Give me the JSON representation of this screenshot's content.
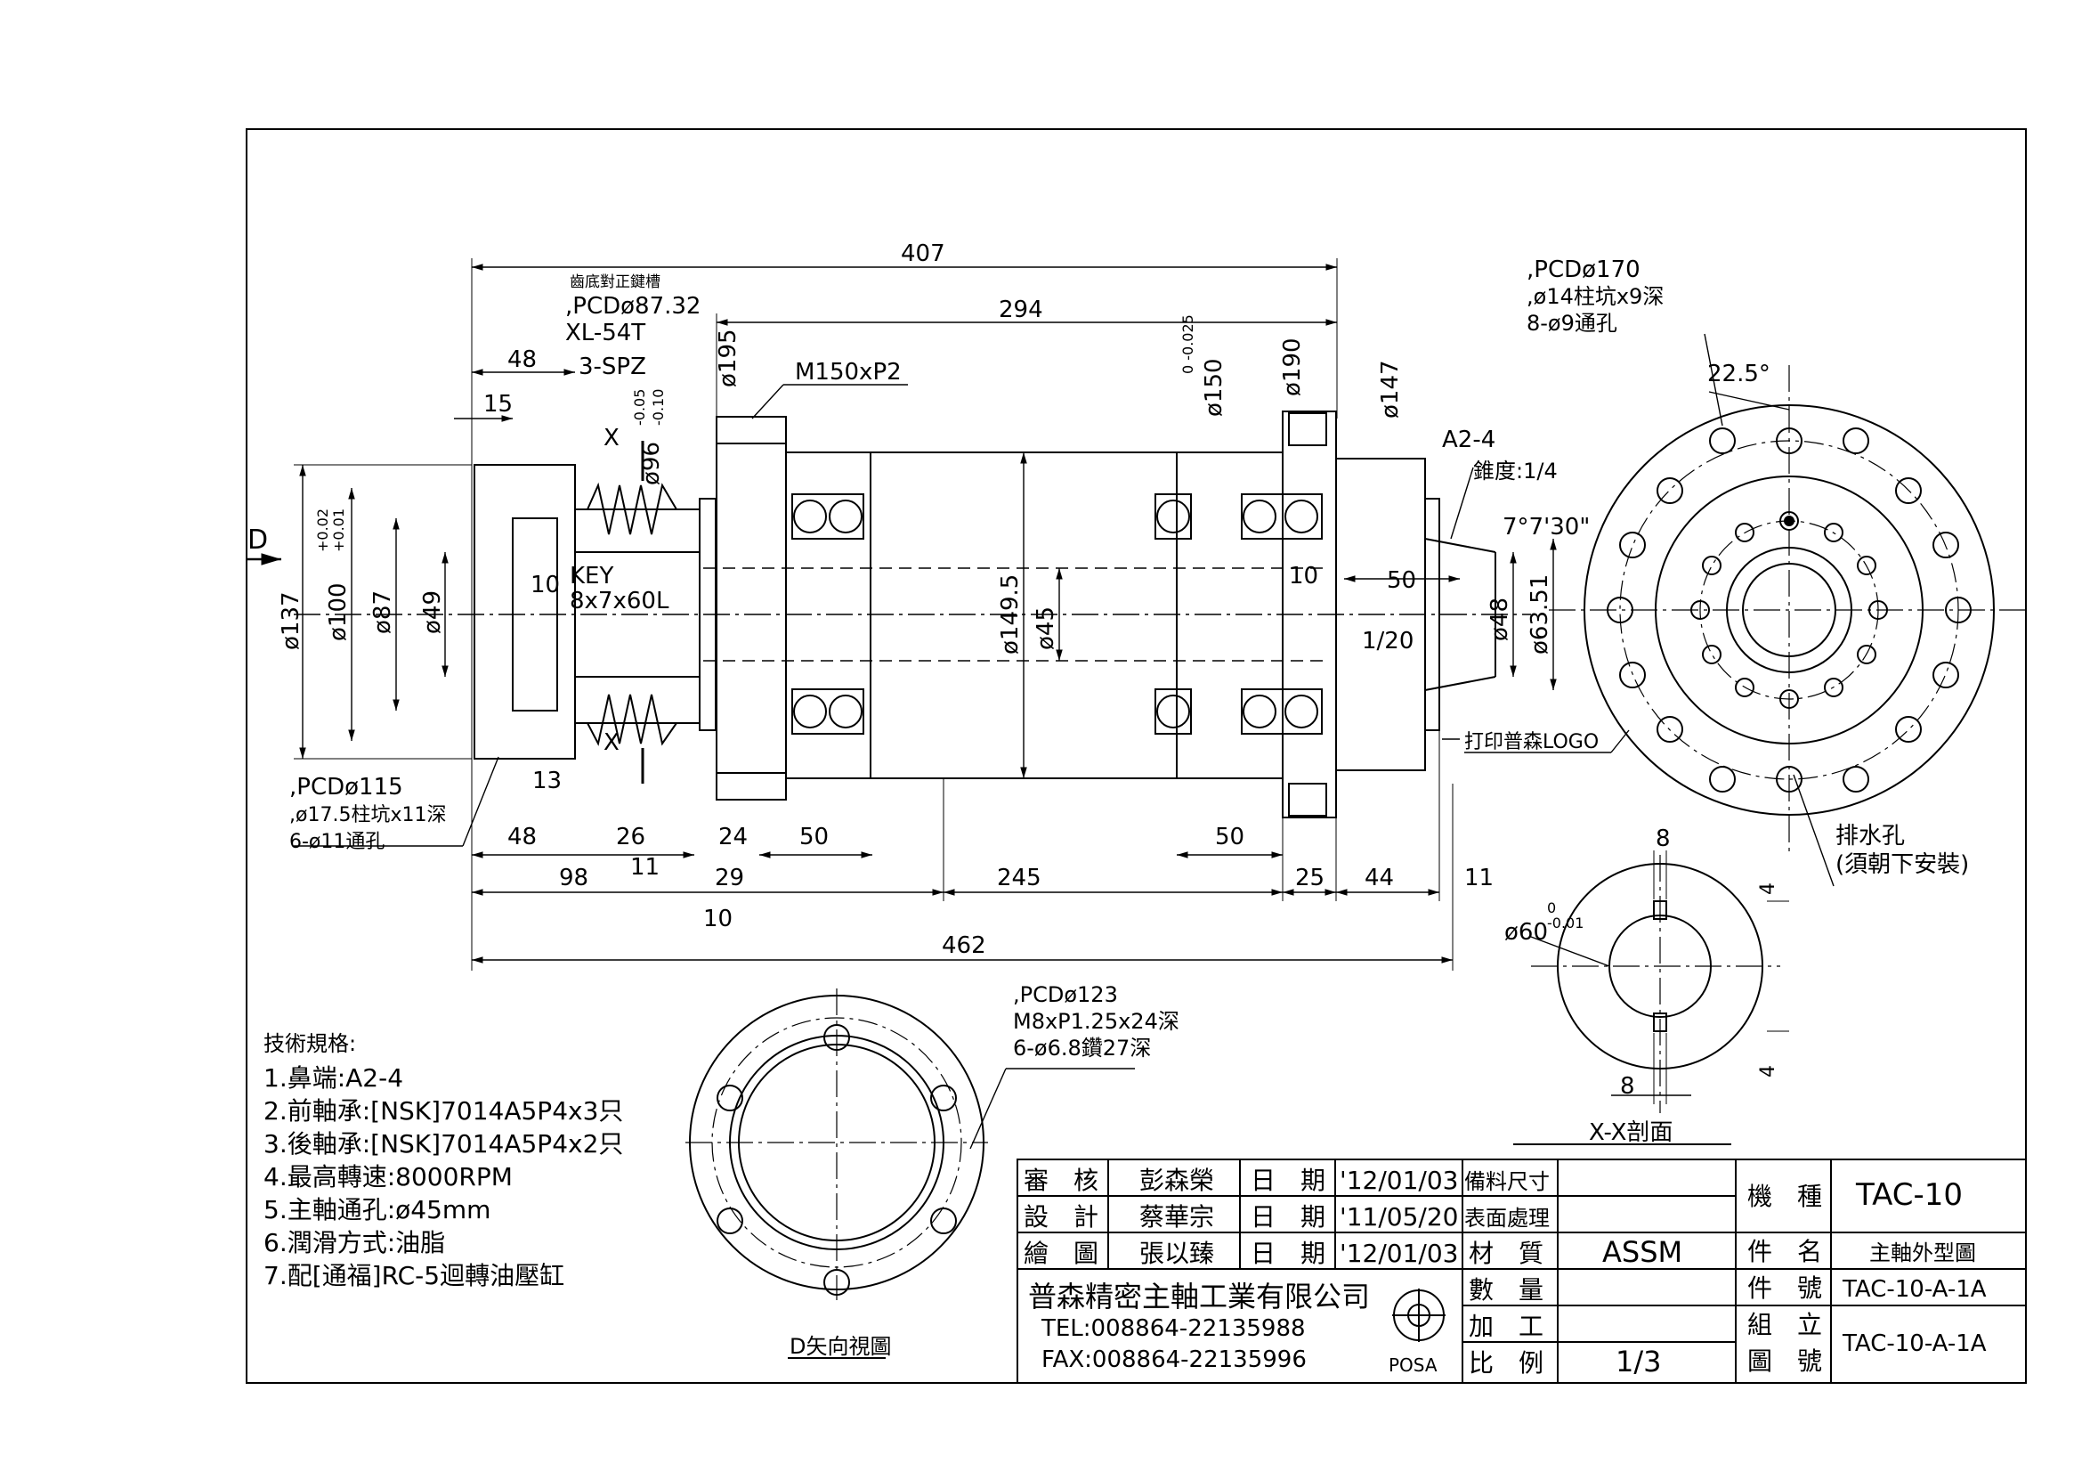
{
  "side_view": {
    "dims": {
      "d407": "407",
      "d294": "294",
      "d48_top": "48",
      "d15": "15",
      "d48_bot": "48",
      "d26": "26",
      "d13": "13",
      "d11a": "11",
      "d98": "98",
      "d29": "29",
      "d24": "24",
      "d50a": "50",
      "d245": "245",
      "d50b": "50",
      "d25": "25",
      "d44": "44",
      "d11b": "11",
      "d10_low": "10",
      "d462": "462",
      "d10_left": "10",
      "d10_right": "10",
      "d50_right": "50",
      "slope": "1/20",
      "angle": "7°7'30\"",
      "phi195": "ø195",
      "phi190": "ø190",
      "phi150": "ø150",
      "tol150": "0\n-0.025",
      "phi147": "ø147",
      "phi137": "ø137",
      "phi100": "ø100",
      "tol100a": "+0.02",
      "tol100b": "+0.01",
      "phi87": "ø87",
      "phi49": "ø49",
      "phi149": "ø149.5",
      "phi45": "ø45",
      "phi48": "ø48",
      "phi63": "ø63.51",
      "phi96": "ø96",
      "tol96a": "-0.05",
      "tol96b": "-0.10"
    },
    "notes": {
      "pulley_1": "齒底對正鍵槽",
      "pulley_2": ",PCDø87.32",
      "pulley_3": "XL-54T",
      "pulley_4": "3-SPZ",
      "thread": "M150xP2",
      "key_1": "KEY",
      "key_2": "8x7x60L",
      "nose_1": "A2-4",
      "nose_2": "錐度:1/4",
      "logo": "打印普森LOGO",
      "bolt_1": ",PCDø115",
      "bolt_2": ",ø17.5柱坑x11深",
      "bolt_3": "6-ø11通孔",
      "section_x": "X",
      "view_d": "D"
    }
  },
  "front_view": {
    "notes": [
      ",PCDø170",
      ",ø14柱坑x9深",
      "8-ø9通孔"
    ],
    "angle": "22.5°",
    "drain_1": "排水孔",
    "drain_2": "(須朝下安裝)"
  },
  "section_view": {
    "title": "X-X剖面",
    "top8": "8",
    "bot8": "8",
    "top4": "4",
    "bot4": "4",
    "phi60": "ø60",
    "tol60a": "0",
    "tol60b": "-0.01"
  },
  "d_view": {
    "title": "D矢向視圖",
    "notes": [
      ",PCDø123",
      "M8xP1.25x24深",
      "6-ø6.8鑽27深"
    ]
  },
  "specs": {
    "heading": "技術規格:",
    "items": [
      "1.鼻端:A2-4",
      "2.前軸承:[NSK]7014A5P4x3只",
      "3.後軸承:[NSK]7014A5P4x2只",
      "4.最高轉速:8000RPM",
      "5.主軸通孔:ø45mm",
      "6.潤滑方式:油脂",
      "7.配[通福]RC-5迴轉油壓缸"
    ]
  },
  "title_block": {
    "review_label": "審　核",
    "review_name": "彭森榮",
    "design_label": "設　計",
    "design_name": "蔡華宗",
    "draw_label": "繪　圖",
    "draw_name": "張以臻",
    "date_label": "日　期",
    "date1": "'12/01/03",
    "date2": "'11/05/20",
    "date3": "'12/01/03",
    "stock_label": "備料尺寸",
    "surface_label": "表面處理",
    "material_label": "材　質",
    "material_value": "ASSM",
    "qty_label": "數　量",
    "process_label": "加　工",
    "scale_label": "比　例",
    "scale_value": "1/3",
    "company": "普森精密主軸工業有限公司",
    "tel": "TEL:008864-22135988",
    "fax": "FAX:008864-22135996",
    "logo_text": "POSA",
    "model_label": "機　種",
    "model_value": "TAC-10",
    "part_name_label": "件　名",
    "part_name_value": "主軸外型圖",
    "part_no_label": "件　號",
    "part_no_value": "TAC-10-A-1A",
    "assembly_label_1": "組　立",
    "assembly_label_2": "圖　號",
    "assembly_value": "TAC-10-A-1A"
  }
}
